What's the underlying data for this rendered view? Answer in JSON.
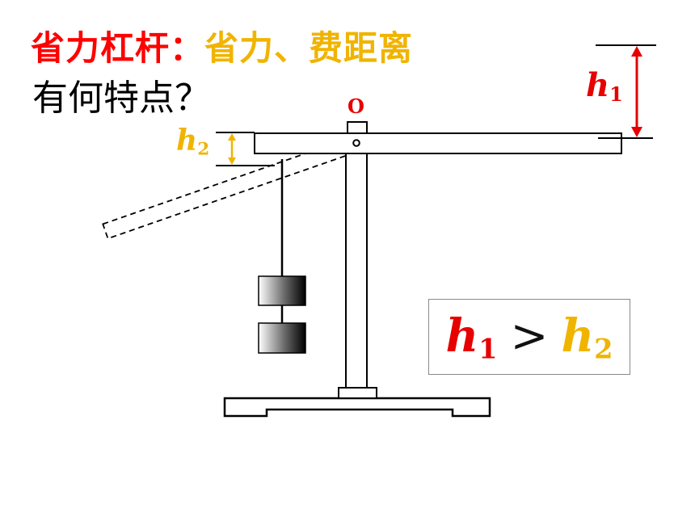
{
  "heading": {
    "prefix": "省力杠杆：",
    "suffix": "省力、费距离"
  },
  "question": "有何特点？",
  "pivot_label": "O",
  "labels": {
    "h1": {
      "base": "h",
      "sub": "1"
    },
    "h2": {
      "base": "h",
      "sub": "2"
    }
  },
  "comparison": {
    "left_base": "h",
    "left_sub": "1",
    "operator": ">",
    "right_base": "h",
    "right_sub": "2"
  },
  "colors": {
    "red": "#e60000",
    "yellow": "#f0b400",
    "line": "#000000"
  }
}
